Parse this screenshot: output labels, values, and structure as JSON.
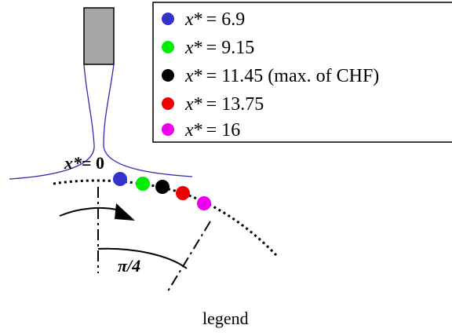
{
  "legend": {
    "entries": [
      {
        "var": "x",
        "eq": "= 6.9",
        "color": "#3333cc"
      },
      {
        "var": "x",
        "eq": "= 9.15",
        "color": "#00ee00"
      },
      {
        "var": "x",
        "eq": "= 11.45 (max. of CHF)",
        "color": "#000000"
      },
      {
        "var": "x",
        "eq": "= 13.75",
        "color": "#ee0000"
      },
      {
        "var": "x",
        "eq": "= 16",
        "color": "#ee00ee"
      }
    ]
  },
  "labels": {
    "origin_var": "x",
    "origin_eq": "= 0",
    "angle_pi": "π",
    "angle_rest": "/4",
    "caption": "legend"
  },
  "colors": {
    "nozzle": "#a6a6a6",
    "jet": "#2b2bb8"
  }
}
